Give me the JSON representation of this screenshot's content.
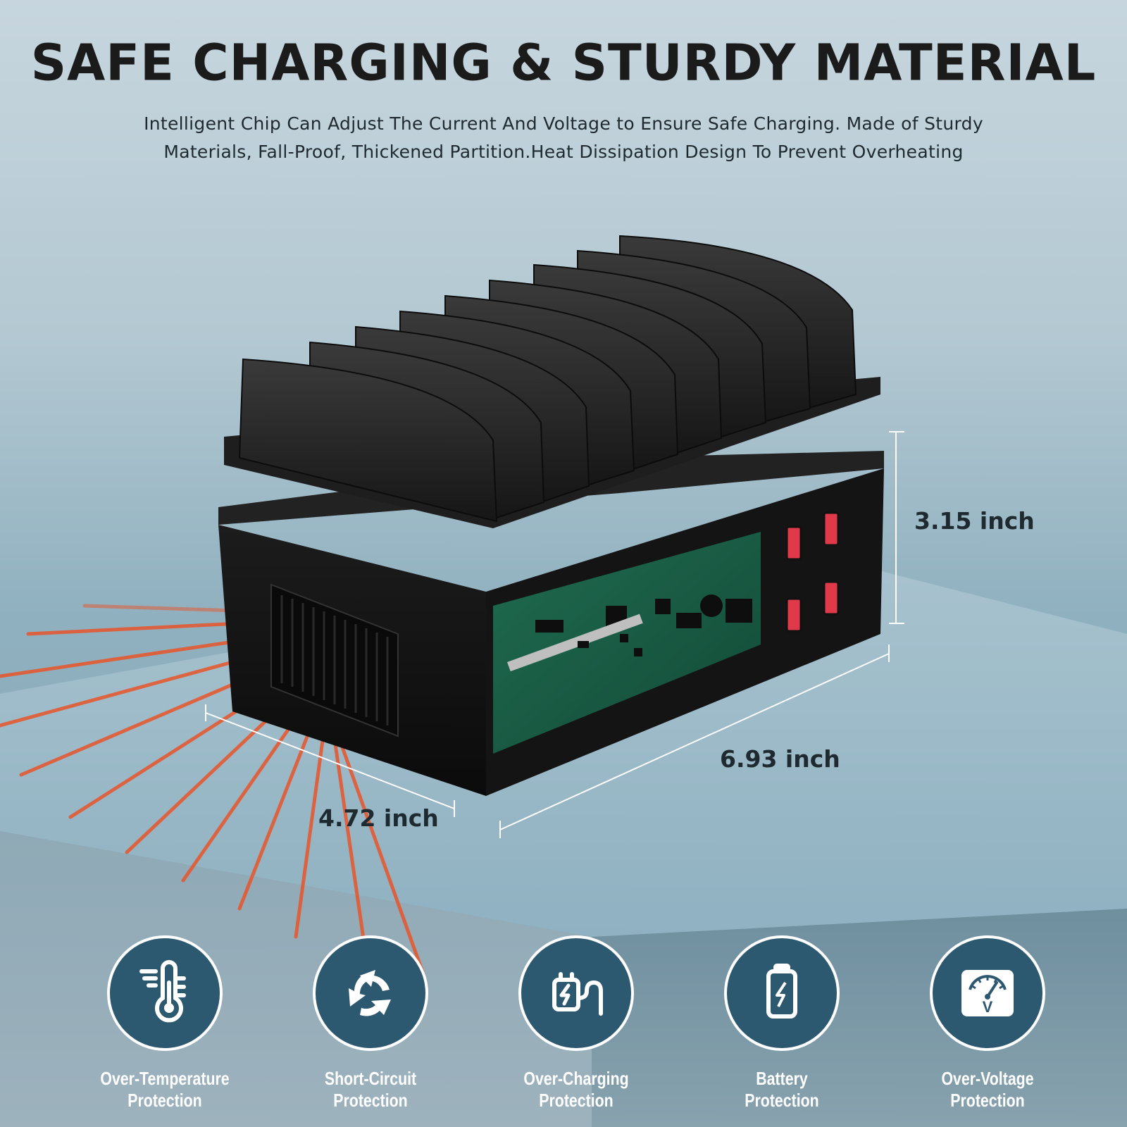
{
  "heading": {
    "title": "SAFE CHARGING & STURDY MATERIAL",
    "subtitle_line1": "Intelligent Chip Can Adjust The Current And Voltage to Ensure Safe Charging. Made of Sturdy",
    "subtitle_line2": "Materials, Fall-Proof, Thickened Partition.Heat Dissipation Design To Prevent Overheating"
  },
  "dimensions": {
    "height": "3.15 inch",
    "length": "6.93 inch",
    "width": "4.72 inch"
  },
  "features": [
    {
      "icon": "thermometer-icon",
      "line1": "Over-Temperature",
      "line2": "Protection"
    },
    {
      "icon": "recycle-arrows-icon",
      "line1": "Short-Circuit",
      "line2": "Protection"
    },
    {
      "icon": "charger-plug-icon",
      "line1": "Over-Charging",
      "line2": "Protection"
    },
    {
      "icon": "battery-bolt-icon",
      "line1": "Battery",
      "line2": "Protection"
    },
    {
      "icon": "voltmeter-icon",
      "line1": "Over-Voltage",
      "line2": "Protection"
    }
  ],
  "colors": {
    "badge": "#2c5870",
    "heat_rays": "#e8552a",
    "usb_ports": "#e0394a",
    "pcb": "#1e6a4e"
  }
}
